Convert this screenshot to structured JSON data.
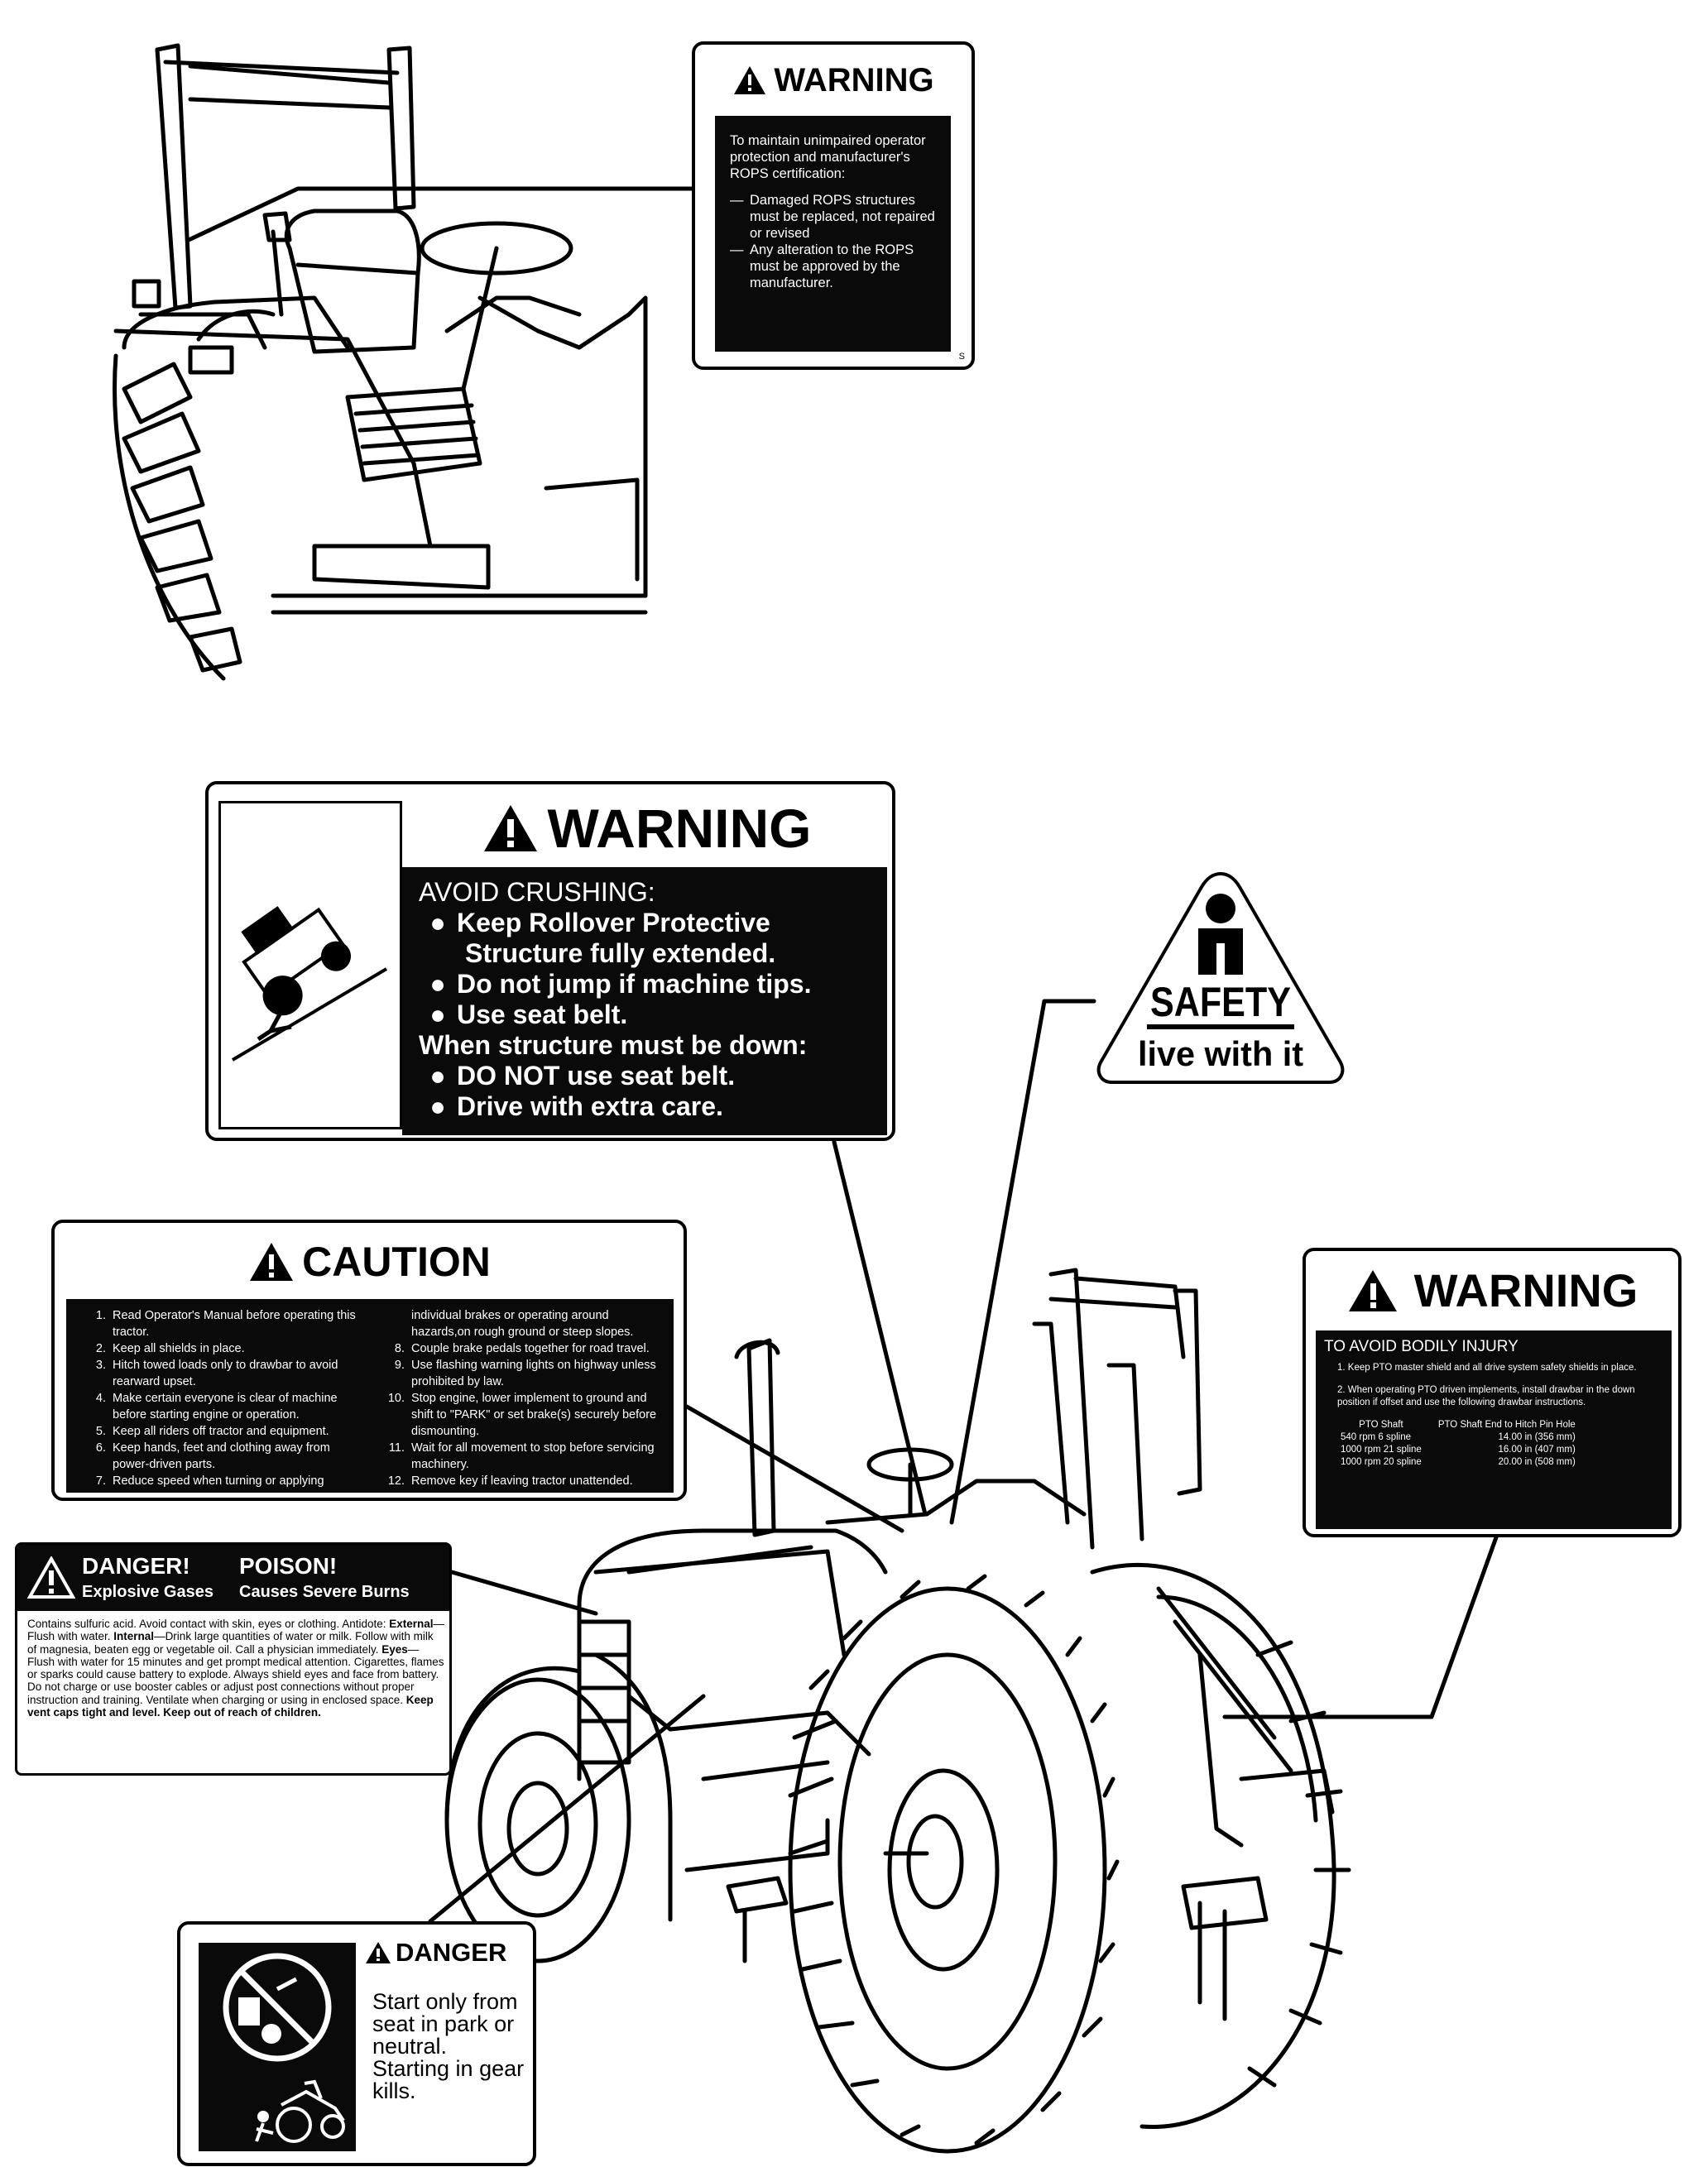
{
  "rops_warning": {
    "title": "WARNING",
    "intro": "To maintain unimpaired operator protection and manufacturer's ROPS certification:",
    "items": [
      "Damaged ROPS structures must be replaced, not repaired or revised",
      "Any alteration to the ROPS must be approved by the manufacturer."
    ],
    "corner": "S"
  },
  "crushing_warning": {
    "title": "WARNING",
    "heading": "AVOID CRUSHING:",
    "items": [
      "Keep Rollover Protective",
      "Do not jump if machine tips.",
      "Use seat belt."
    ],
    "item1_cont": "Structure fully extended.",
    "subheading": "When structure must be down:",
    "items2": [
      "DO NOT use seat belt.",
      "Drive with extra care."
    ]
  },
  "safety_triangle": {
    "line1": "SAFETY",
    "line2": "live with it"
  },
  "caution": {
    "title": "CAUTION",
    "left": [
      {
        "n": "1.",
        "t": "Read Operator's Manual before operating this tractor."
      },
      {
        "n": "2.",
        "t": "Keep all shields in place."
      },
      {
        "n": "3.",
        "t": "Hitch towed loads only to drawbar to avoid rearward upset."
      },
      {
        "n": "4.",
        "t": "Make certain everyone is clear of machine before starting engine or operation."
      },
      {
        "n": "5.",
        "t": "Keep all riders off tractor and equipment."
      },
      {
        "n": "6.",
        "t": "Keep hands, feet and clothing away from power-driven parts."
      },
      {
        "n": "7.",
        "t": "Reduce speed when turning or applying"
      }
    ],
    "right_cont": "individual brakes or operating around hazards,on rough ground or steep slopes.",
    "right": [
      {
        "n": "8.",
        "t": "Couple brake pedals together for road travel."
      },
      {
        "n": "9.",
        "t": "Use flashing warning lights on highway unless prohibited by law."
      },
      {
        "n": "10.",
        "t": "Stop engine, lower implement to ground and shift to \"PARK\" or set brake(s) securely before dismounting."
      },
      {
        "n": "11.",
        "t": "Wait for all movement to stop before servicing machinery."
      },
      {
        "n": "12.",
        "t": "Remove key if leaving tractor unattended."
      }
    ]
  },
  "pto_warning": {
    "title": "WARNING",
    "heading": "TO AVOID BODILY INJURY",
    "p1": "1. Keep PTO master shield and all drive system safety shields in place.",
    "p2": "2. When operating PTO driven implements, install drawbar in the down position if offset and use the following drawbar instructions.",
    "col1": "PTO Shaft",
    "col2": "PTO Shaft End to Hitch Pin Hole",
    "rows": [
      [
        "540 rpm  6 spline",
        "14.00 in  (356 mm)"
      ],
      [
        "1000 rpm  21 spline",
        "16.00 in  (407 mm)"
      ],
      [
        "1000 rpm  20 spline",
        "20.00 in  (508 mm)"
      ]
    ]
  },
  "battery_danger": {
    "t1": "DANGER!",
    "t2": "POISON!",
    "s1": "Explosive Gases",
    "s2": "Causes Severe Burns",
    "body_a": "Contains sulfuric acid. Avoid contact with skin, eyes or clothing. Antidote: ",
    "external": "External",
    "body_b": "—Flush with water. ",
    "internal": "Internal",
    "body_c": "—Drink large quantities of water or milk. Follow with milk of magnesia, beaten egg or vegetable oil. Call a physician immediately. ",
    "eyes": "Eyes",
    "body_d": "—Flush with water for 15 minutes and get prompt medical attention. Cigarettes, flames or sparks could cause battery to explode. Always shield eyes and face from battery. Do not charge or use booster cables or adjust post connections without proper instruction and training. Ventilate when charging or using in enclosed space. ",
    "body_bold": "Keep vent caps tight and level. Keep out of reach of children."
  },
  "start_danger": {
    "title": "DANGER",
    "lines": [
      "Start only from",
      "seat in park or",
      "neutral.",
      "Starting in gear",
      "kills."
    ]
  }
}
